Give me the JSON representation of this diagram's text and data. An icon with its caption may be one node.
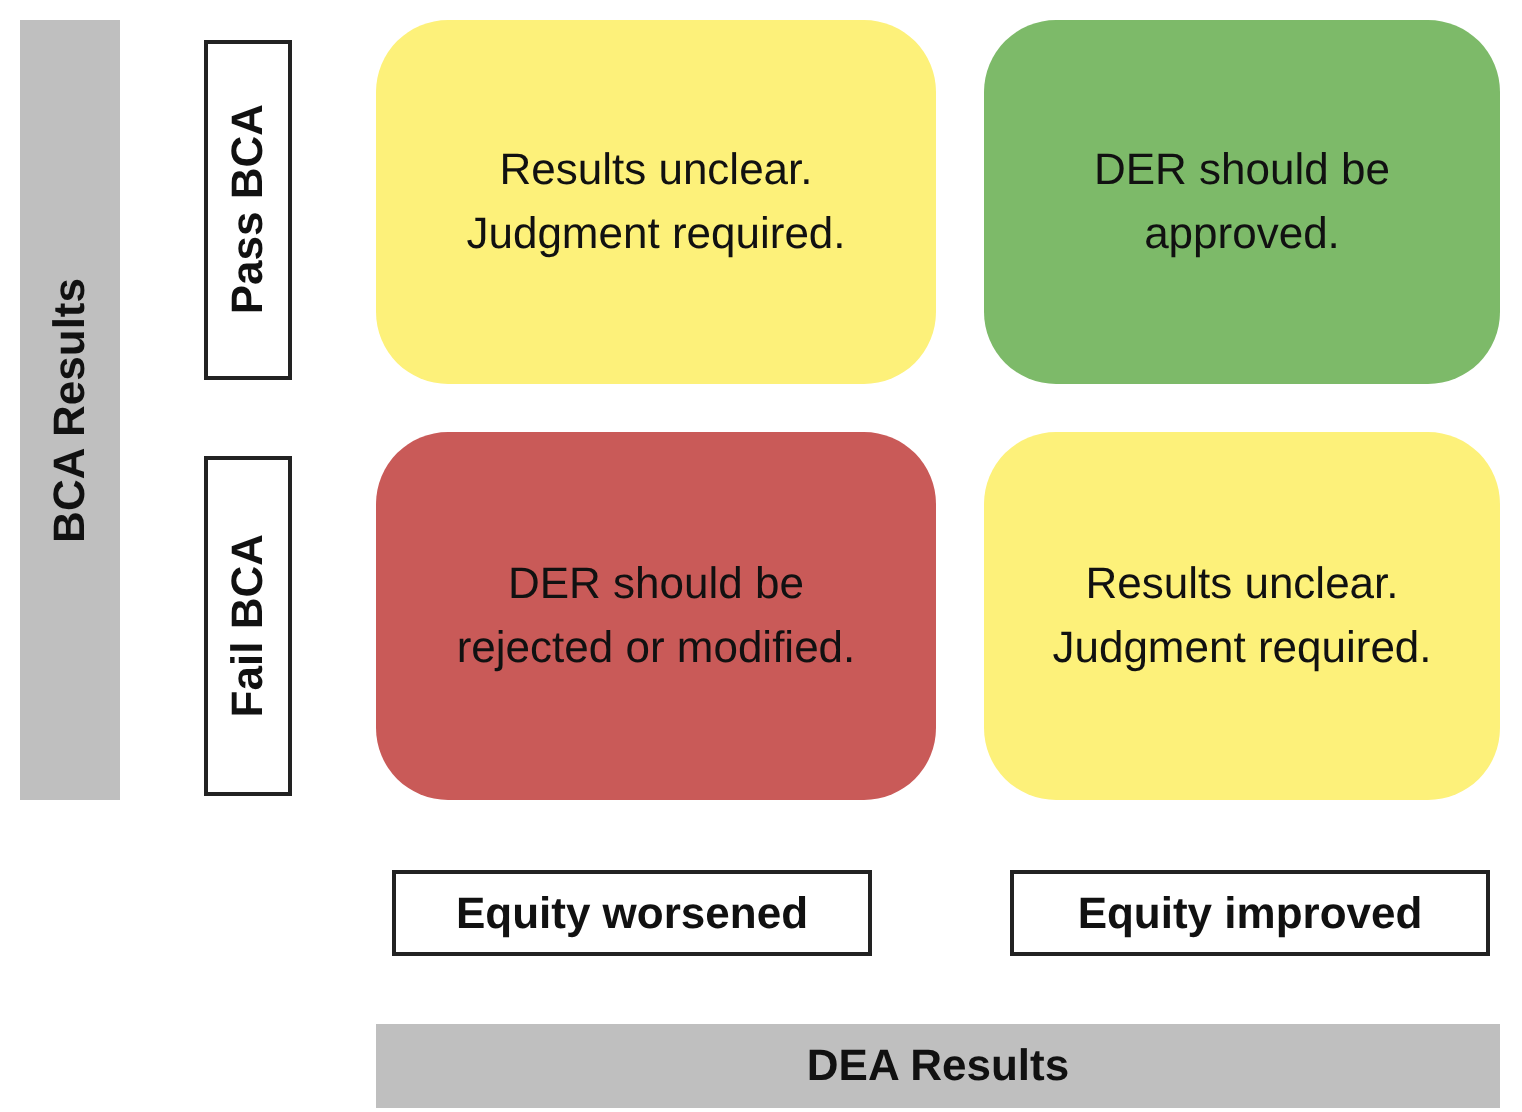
{
  "diagram": {
    "nodes": [
      {
        "text": [
          "BCA Results"
        ]
      },
      {
        "text": [
          "Pass BCA"
        ]
      },
      {
        "text": [
          "Results unclear. Judgment required."
        ]
      },
      {
        "text": [
          "DER should be approved."
        ]
      },
      {
        "text": [
          "Fail BCA"
        ]
      },
      {
        "text": [
          "DER should be rejected or modified."
        ]
      },
      {
        "text": [
          "Results unclear. Judgment required."
        ]
      },
      {
        "text": [
          "Equity worsened"
        ]
      },
      {
        "text": [
          "Equity improved"
        ]
      },
      {
        "text": [
          "DEA Results"
        ]
      }
    ],
    "edges": []
  }
}
